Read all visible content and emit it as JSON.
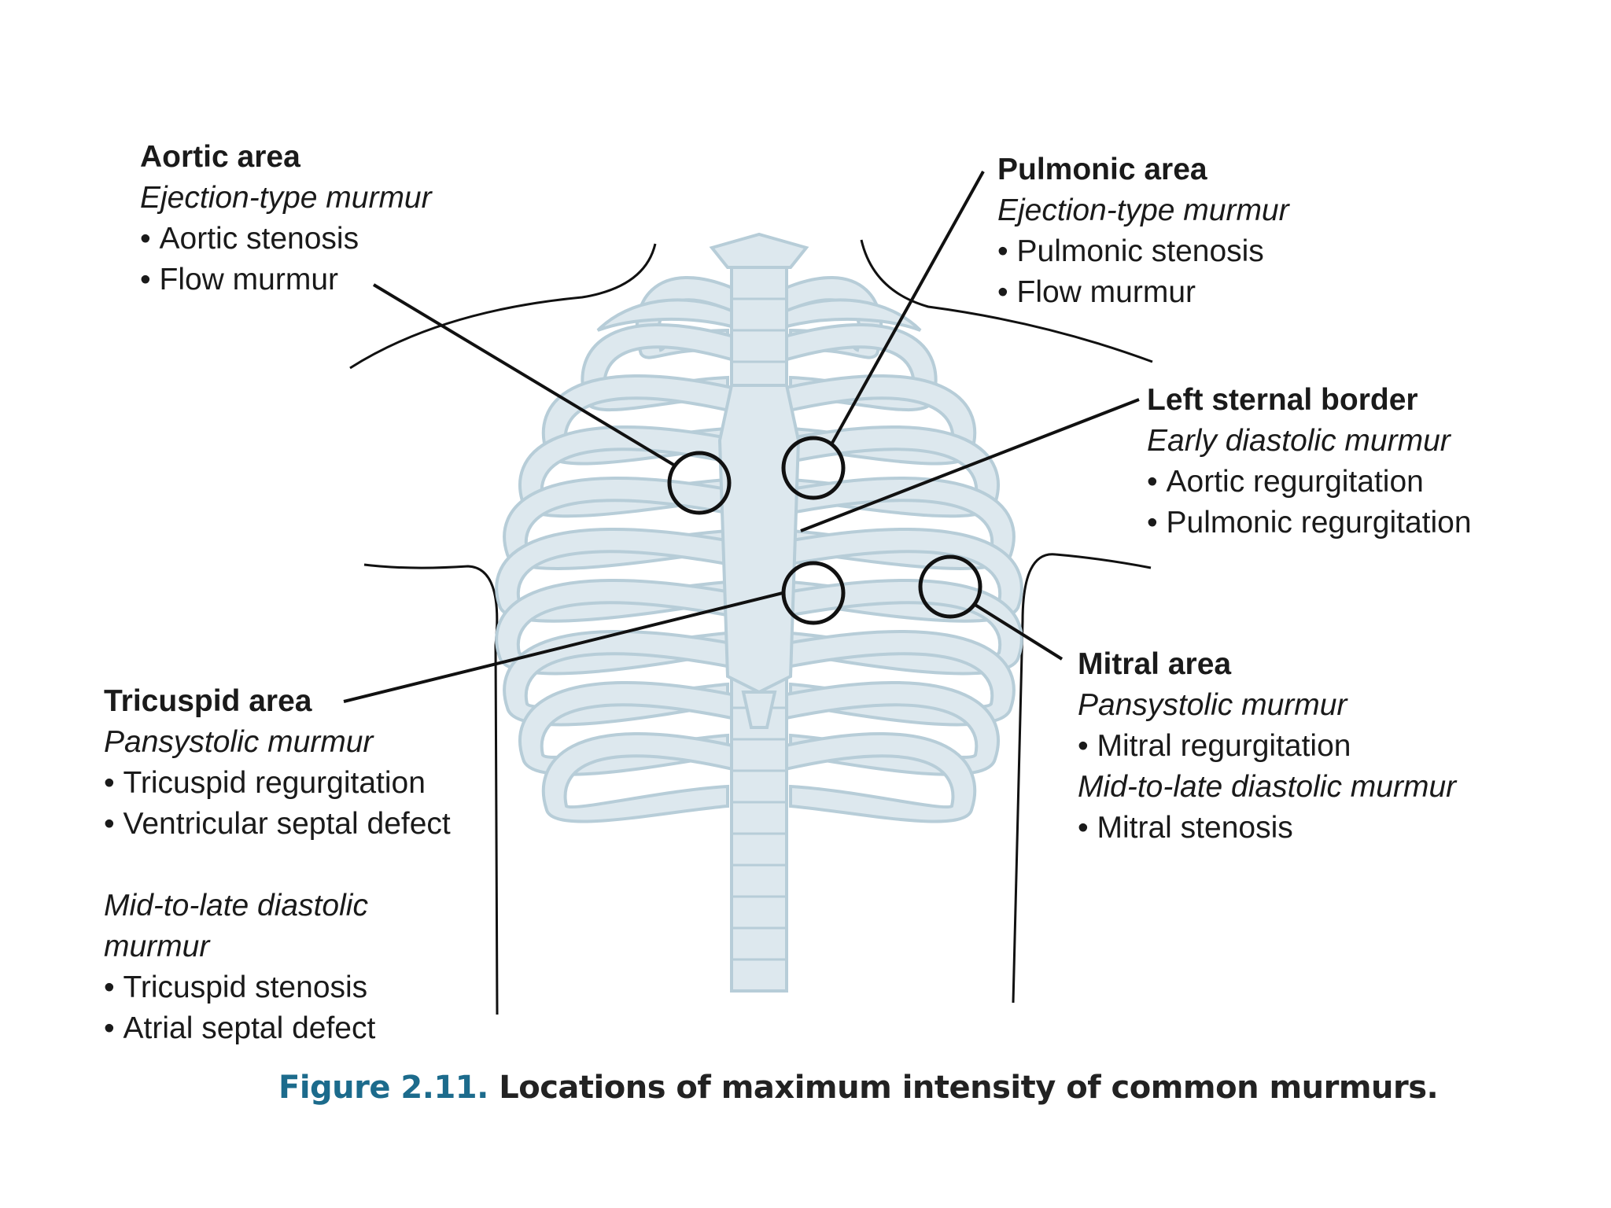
{
  "figure": {
    "caption_number": "Figure 2.11.",
    "caption_text": " Locations of maximum intensity of common murmurs."
  },
  "labels": {
    "aortic": {
      "title": "Aortic area",
      "sub": "Ejection-type murmur",
      "items": [
        "Aortic stenosis",
        "Flow murmur"
      ]
    },
    "pulmonic": {
      "title": "Pulmonic area",
      "sub": "Ejection-type murmur",
      "items": [
        "Pulmonic stenosis",
        "Flow murmur"
      ]
    },
    "left_sternal": {
      "title": "Left sternal border",
      "sub": "Early diastolic murmur",
      "items": [
        "Aortic regurgitation",
        "Pulmonic regurgitation"
      ]
    },
    "mitral": {
      "title": "Mitral area",
      "sub": "Pansystolic murmur",
      "items": [
        "Mitral regurgitation"
      ],
      "sub2": "Mid-to-late diastolic murmur",
      "items2": [
        "Mitral stenosis"
      ]
    },
    "tricuspid": {
      "title": "Tricuspid area",
      "sub": "Pansystolic murmur",
      "items": [
        "Tricuspid regurgitation",
        "Ventricular septal defect"
      ],
      "sub2_line1": "Mid-to-late diastolic",
      "sub2_line2": "murmur",
      "items2": [
        "Tricuspid stenosis",
        "Atrial septal defect"
      ]
    }
  },
  "colors": {
    "bone_fill": "#dde8ee",
    "bone_stroke": "#b7cdd8",
    "outline": "#111111",
    "caption_accent": "#1c6b8c"
  }
}
